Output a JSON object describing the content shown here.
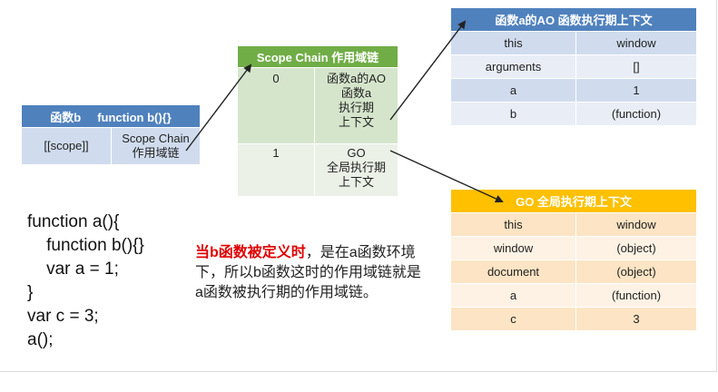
{
  "table_b": {
    "header": [
      "函数b",
      "function b(){}"
    ],
    "row": [
      "[[scope]]",
      "Scope Chain",
      "作用域链"
    ]
  },
  "table_scope_chain": {
    "header": "Scope Chain 作用域链",
    "rows": [
      {
        "index": "0",
        "lines": [
          "函数a的AO",
          "函数a",
          "执行期",
          "上下文"
        ]
      },
      {
        "index": "1",
        "lines": [
          "GO",
          "全局执行期",
          "上下文"
        ]
      }
    ]
  },
  "table_ao": {
    "header": "函数a的AO 函数执行期上下文",
    "rows": [
      [
        "this",
        "window"
      ],
      [
        "arguments",
        "[]"
      ],
      [
        "a",
        "1"
      ],
      [
        "b",
        "(function)"
      ]
    ]
  },
  "table_go": {
    "header": "GO 全局执行期上下文",
    "rows": [
      [
        "this",
        "window"
      ],
      [
        "window",
        "(object)"
      ],
      [
        "document",
        "(object)"
      ],
      [
        "a",
        "(function)"
      ],
      [
        "c",
        "3"
      ]
    ]
  },
  "code": {
    "lines": [
      "function a(){",
      "    function b(){}",
      "    var a = 1;",
      "}",
      "var c = 3;",
      "a();"
    ]
  },
  "note": {
    "highlight": "当b函数被定义时",
    "rest": "，是在a函数环境下，所以b函数这时的作用域链就是a函数被执行期的作用域链。"
  },
  "colors": {
    "blue_header": "#4f81bd",
    "green_header": "#70ad47",
    "orange_header": "#ffc000",
    "highlight_red": "#e00000"
  }
}
